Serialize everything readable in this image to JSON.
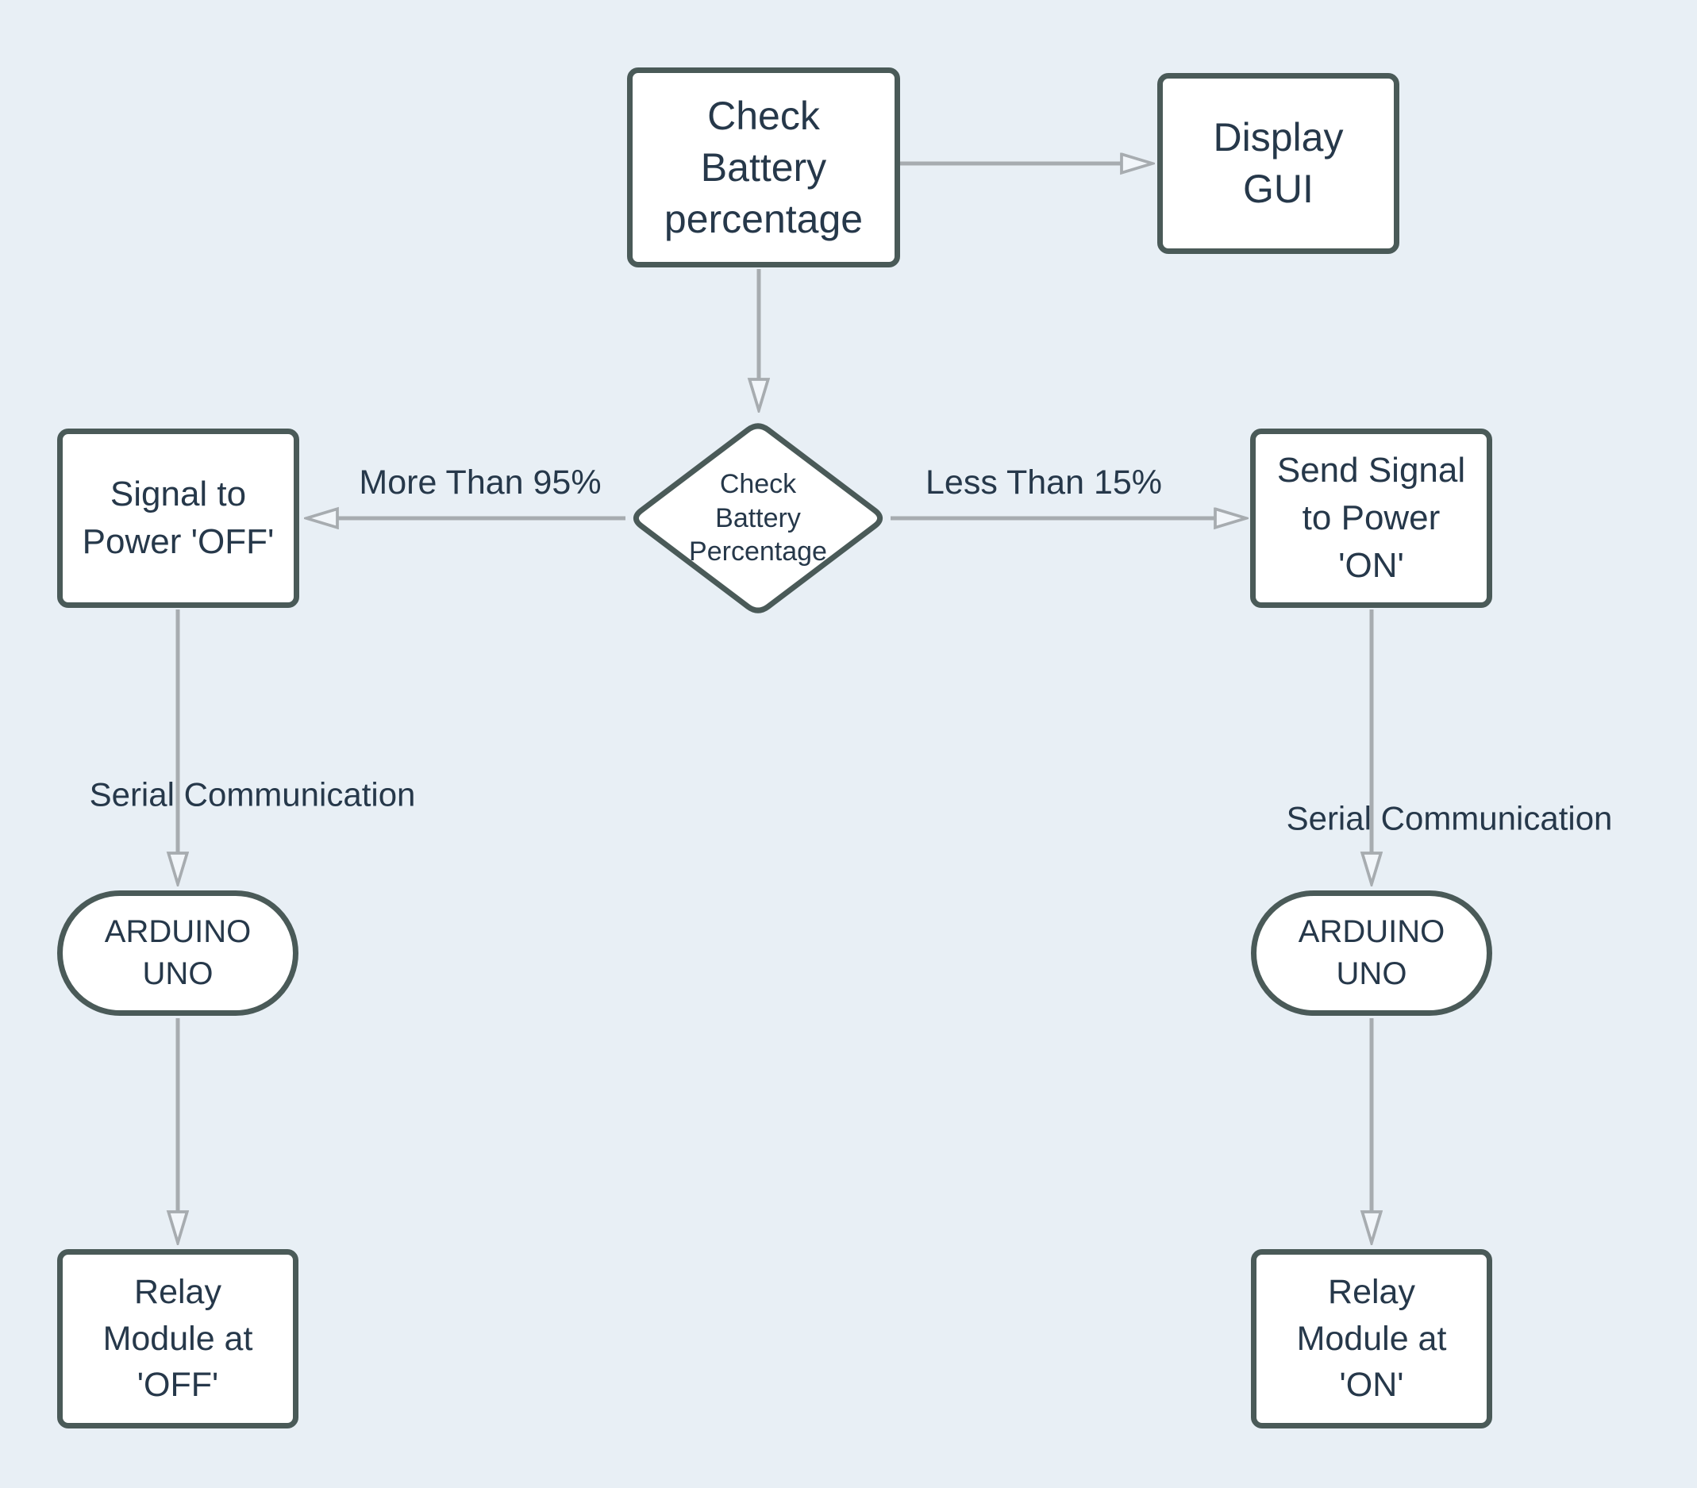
{
  "colors": {
    "background": "#e8eff5",
    "node_fill": "#ffffff",
    "node_border": "#4a5a58",
    "text": "#26384a",
    "arrow": "#a7acb0",
    "arrowhead_fill": "#f2f6fa"
  },
  "nodes": {
    "check_battery": {
      "shape": "rectangle",
      "label": "Check\nBattery\npercentage"
    },
    "display_gui": {
      "shape": "rectangle",
      "label": "Display\nGUI"
    },
    "decision": {
      "shape": "diamond",
      "label": "Check\nBattery\nPercentage"
    },
    "signal_off": {
      "shape": "rectangle",
      "label": "Signal to\nPower 'OFF'"
    },
    "send_on": {
      "shape": "rectangle",
      "label": "Send Signal\nto Power\n'ON'"
    },
    "arduino_left": {
      "shape": "terminator",
      "label": "ARDUINO\nUNO"
    },
    "arduino_right": {
      "shape": "terminator",
      "label": "ARDUINO\nUNO"
    },
    "relay_off": {
      "shape": "rectangle",
      "label": "Relay\nModule at\n'OFF'"
    },
    "relay_on": {
      "shape": "rectangle",
      "label": "Relay\nModule at\n'ON'"
    }
  },
  "edges": {
    "to_display": {
      "from": "check_battery",
      "to": "display_gui",
      "label": ""
    },
    "to_decision": {
      "from": "check_battery",
      "to": "decision",
      "label": ""
    },
    "more_than_95": {
      "from": "decision",
      "to": "signal_off",
      "label": "More Than 95%"
    },
    "less_than_15": {
      "from": "decision",
      "to": "send_on",
      "label": "Less Than 15%"
    },
    "serial_left": {
      "from": "signal_off",
      "to": "arduino_left",
      "label": "Serial Communication"
    },
    "off_to_relay": {
      "from": "arduino_left",
      "to": "relay_off",
      "label": ""
    },
    "serial_right": {
      "from": "send_on",
      "to": "arduino_right",
      "label": "Serial Communication"
    },
    "on_to_relay": {
      "from": "arduino_right",
      "to": "relay_on",
      "label": ""
    }
  }
}
